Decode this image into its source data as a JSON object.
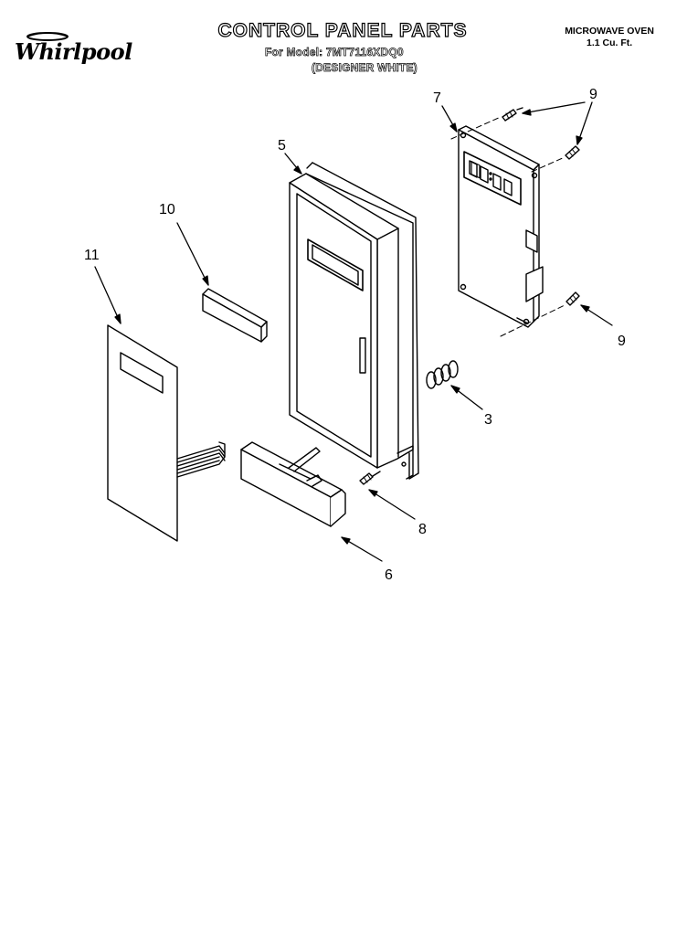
{
  "header": {
    "brand": "Whirlpool",
    "title": "CONTROL PANEL PARTS",
    "model_line": "For Model: 7MT7116XDQ0",
    "variant_line": "(DESIGNER WHITE)",
    "product_name": "MICROWAVE OVEN",
    "product_capacity": "1.1 Cu. Ft."
  },
  "callouts": {
    "housing": "5",
    "circuit_board": "7",
    "board_screw_top": "9",
    "board_screw_bottom": "9",
    "window_insert": "10",
    "touch_membrane": "11",
    "spring": "3",
    "mount_screw": "8",
    "door_button": "6"
  },
  "colors": {
    "ink": "#000000",
    "paper": "#ffffff"
  }
}
